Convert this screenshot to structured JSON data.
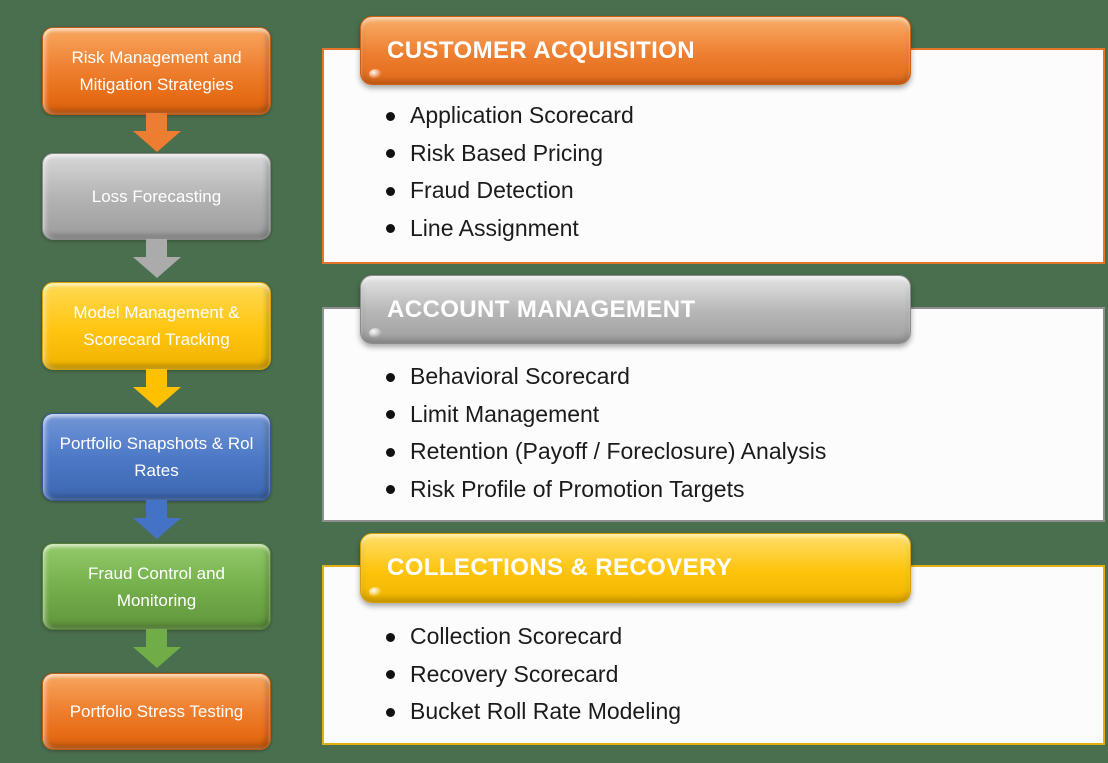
{
  "palette": {
    "background": "#4a6f4e",
    "orange": "#ED7D31",
    "gray": "#A5A5A5",
    "yellow": "#FFC000",
    "blue": "#4472C4",
    "green": "#70AD47",
    "panel": "#FCFCFC",
    "text_dark": "#1B1B1B",
    "text_light": "#FFFFFF"
  },
  "flow": {
    "steps": [
      {
        "label": "Risk Management and Mitigation Strategies",
        "color": "orange"
      },
      {
        "label": "Loss Forecasting",
        "color": "gray"
      },
      {
        "label": "Model Management & Scorecard Tracking",
        "color": "yellow"
      },
      {
        "label": "Portfolio Snapshots & Rol Rates",
        "color": "blue"
      },
      {
        "label": "Fraud Control and Monitoring",
        "color": "green"
      },
      {
        "label": "Portfolio Stress Testing",
        "color": "orange"
      }
    ],
    "arrow_colors": [
      "#ED7D31",
      "#ABABAB",
      "#FFC000",
      "#4472C4",
      "#70AD47"
    ]
  },
  "sections": [
    {
      "title": "CUSTOMER ACQUISITION",
      "accent": "#ED7D31",
      "items": [
        "Application Scorecard",
        "Risk Based Pricing",
        "Fraud Detection",
        "Line Assignment"
      ]
    },
    {
      "title": "ACCOUNT MANAGEMENT",
      "accent": "#A5A5A5",
      "items": [
        "Behavioral Scorecard",
        "Limit Management",
        "Retention (Payoff / Foreclosure) Analysis",
        "Risk Profile of Promotion Targets"
      ]
    },
    {
      "title": "COLLECTIONS & RECOVERY",
      "accent": "#FFC000",
      "items": [
        "Collection Scorecard",
        "Recovery Scorecard",
        "Bucket Roll Rate Modeling"
      ]
    }
  ]
}
